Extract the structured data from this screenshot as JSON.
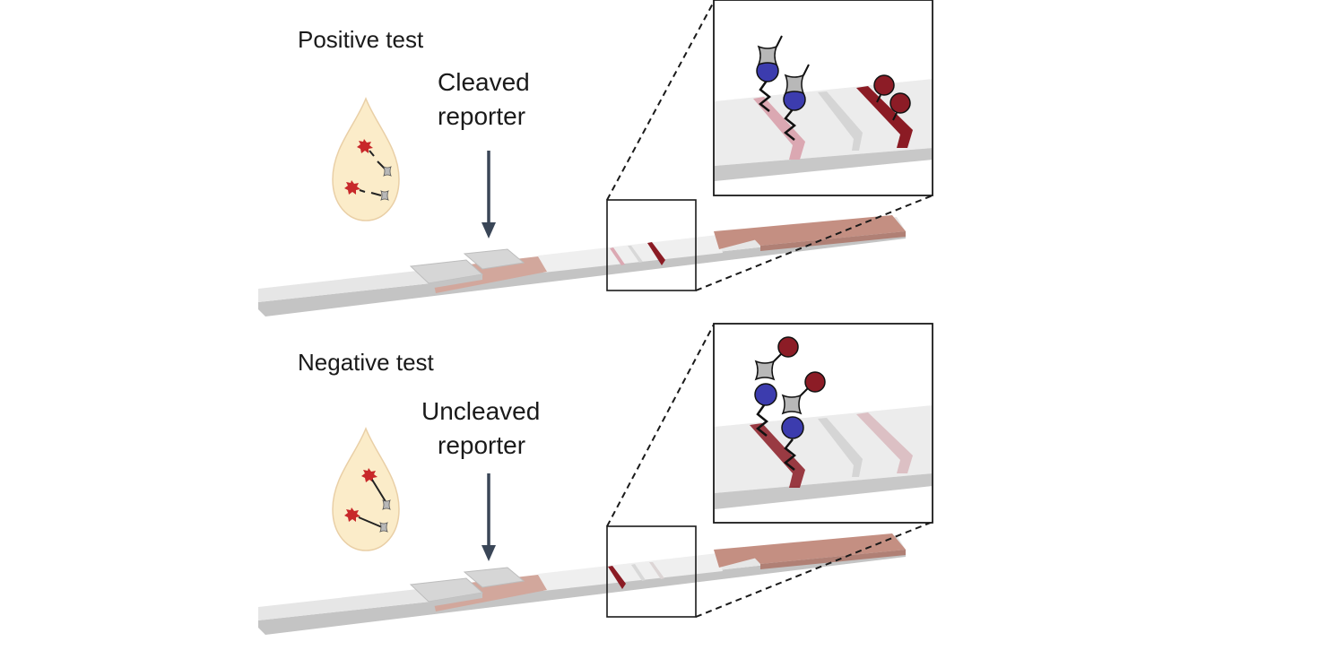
{
  "colors": {
    "droplet_fill": "#fbecc9",
    "droplet_stroke": "#e9cfa6",
    "strip_top": "#e2e2e2",
    "strip_side": "#c4c4c4",
    "strip_membrane": "#efefef",
    "pad_gray": "#d6d6d6",
    "conjugate_pad": "#d2a79c",
    "absorbent_pad": "#c48f82",
    "line_dark_red": "#8b1b24",
    "line_light_pink": "#dba8b2",
    "blue_particle": "#3c3cae",
    "red_particle": "#8c1c26",
    "gray_reporter": "#b8b8b8",
    "red_target": "#c8282a",
    "arrow": "#3a4657",
    "outline": "#1a1a1a"
  },
  "panels": [
    {
      "id": "positive",
      "title": "Positive test",
      "reporter_label_line1": "Cleaved",
      "reporter_label_line2": "reporter",
      "reporter_state": "cleaved",
      "test_line": "faint",
      "control_line": "strong"
    },
    {
      "id": "negative",
      "title": "Negative test",
      "reporter_label_line1": "Uncleaved",
      "reporter_label_line2": "reporter",
      "reporter_state": "uncleaved",
      "test_line": "strong",
      "control_line": "faint"
    }
  ]
}
